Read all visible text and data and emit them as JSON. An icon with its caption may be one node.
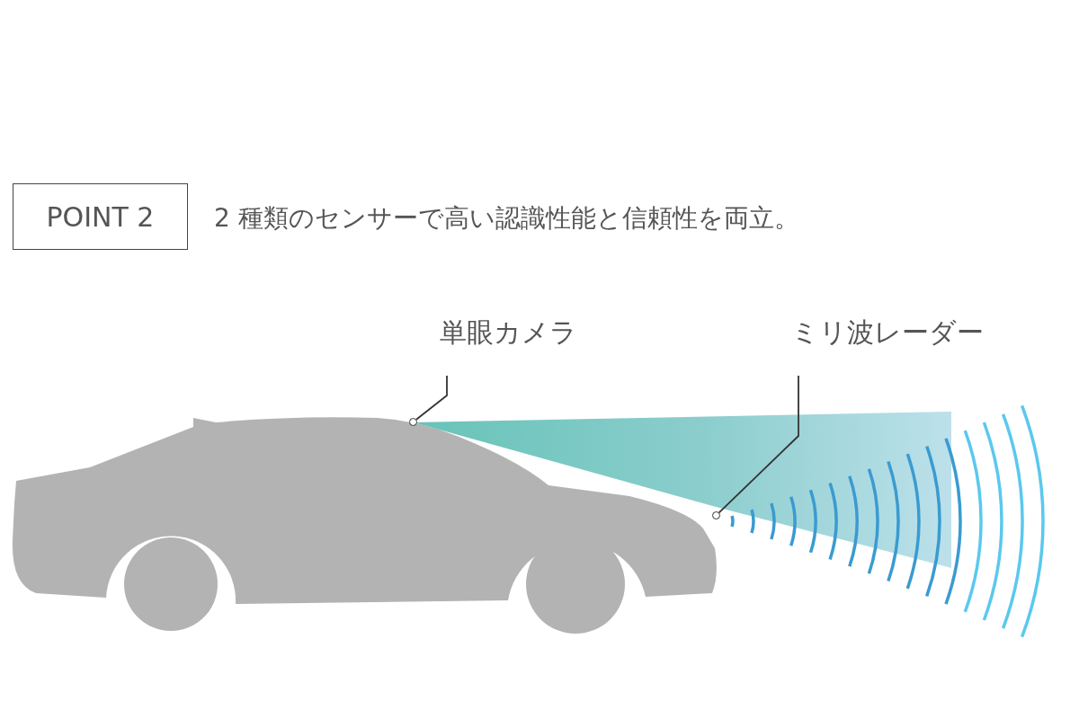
{
  "diagram": {
    "nodes": [
      {
        "text": [
          "POINT 2"
        ]
      },
      {
        "text": [
          "単眼カメラ"
        ]
      },
      {
        "text": [],
        "shape": "circle"
      },
      {
        "text": [
          "ミリ波レーダー"
        ]
      },
      {
        "text": [],
        "shape": "circle"
      }
    ],
    "edges": [
      {
        "from": 1,
        "to": 2,
        "arrow": "none"
      },
      {
        "from": 3,
        "to": 4,
        "arrow": "none"
      }
    ],
    "labels": [
      "2 種類のセンサーで高い認識性能と信頼性を両立。"
    ]
  }
}
